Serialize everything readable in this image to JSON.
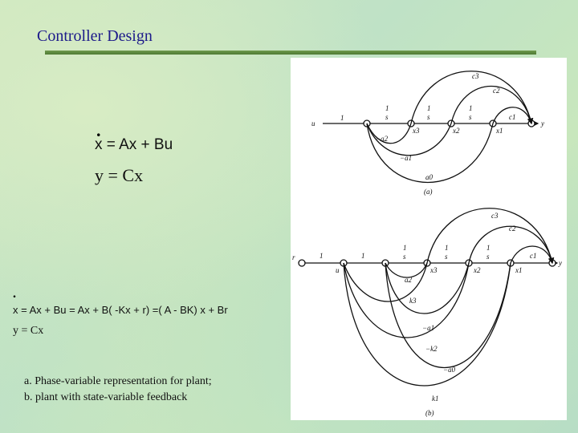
{
  "slide": {
    "title": "Controller Design",
    "eq_state_dot": ".",
    "eq_state": "x = Ax + Bu",
    "eq_output": "y = Cx",
    "eq_feedback_dot": ".",
    "eq_feedback": "x = Ax + Bu = Ax + B( -Kx + r) =( A - BK) x + Br",
    "eq_feedback_output": "y = Cx",
    "caption_a": "a. Phase-variable representation for plant;",
    "caption_b": "b. plant with state-variable feedback"
  },
  "diagram_a": {
    "label": "(a)",
    "input": "u",
    "output": "y",
    "gain_in": "1",
    "integrator": "1",
    "integrator_den": "s",
    "x3": "x3",
    "x2": "x2",
    "x1": "x1",
    "c1": "c1",
    "c2": "c2",
    "c3": "c3",
    "a2": "−a2",
    "a1": "−a1",
    "a0": "a0"
  },
  "diagram_b": {
    "label": "(b)",
    "input": "r",
    "node_u": "u",
    "output": "y",
    "gain_r": "1",
    "gain_u": "1",
    "integrator": "1",
    "integrator_den": "s",
    "x3": "x3",
    "x2": "x2",
    "x1": "x1",
    "c1": "c1",
    "c2": "c2",
    "c3": "c3",
    "a2": "a2",
    "k3": "k3",
    "a1": "−a1",
    "k2": "−k2",
    "a0": "−a0",
    "k1": "k1"
  }
}
